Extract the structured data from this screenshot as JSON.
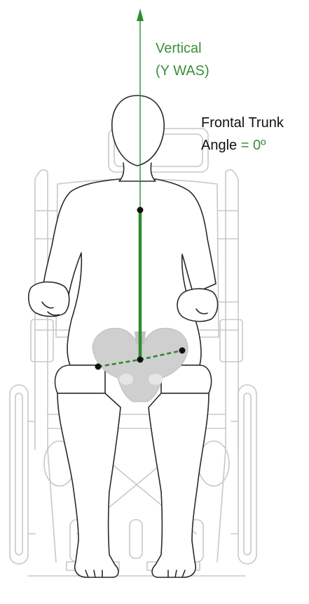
{
  "vertical_label": {
    "line1": "Vertical",
    "line2": "(Y WAS)",
    "color": "#3a8f3a"
  },
  "angle_label": {
    "line1": "Frontal Trunk",
    "line2_prefix": "Angle",
    "line2_value": "= 0º",
    "value_color": "#3a8f3a"
  },
  "colors": {
    "outline": "#2a2a2a",
    "chair": "#c8c8c8",
    "pelvis": "#cfcfcf",
    "marker": "#111111",
    "axis": "#2e8b2e"
  }
}
